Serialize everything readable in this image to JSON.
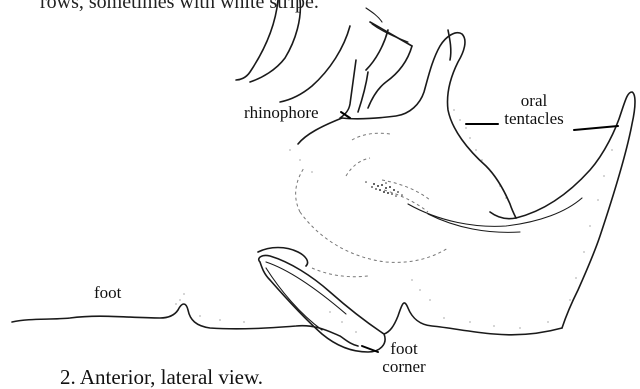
{
  "figure": {
    "top_text": "rows, sometimes with white stripe.",
    "caption": "2. Anterior, lateral view.",
    "labels": {
      "rhinophore": "rhinophore",
      "oral_tentacles_line1": "oral",
      "oral_tentacles_line2": "tentacles",
      "foot": "foot",
      "foot_corner_line1": "foot",
      "foot_corner_line2": "corner"
    }
  }
}
